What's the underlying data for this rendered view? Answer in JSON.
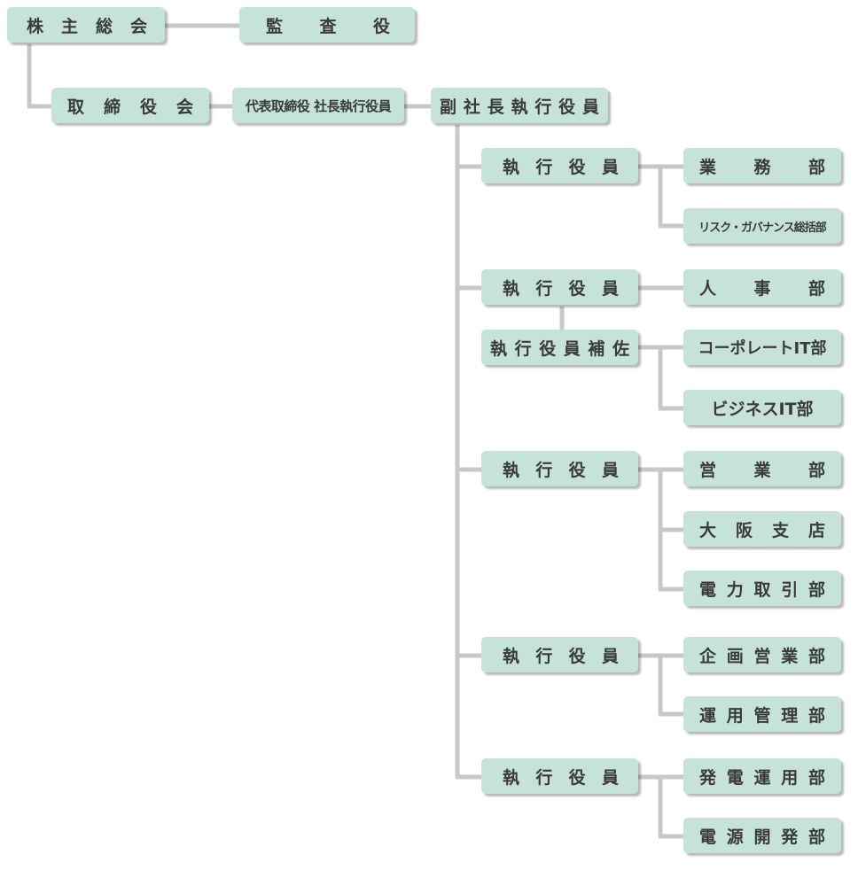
{
  "org": {
    "shareholders_meeting": "株主総会",
    "auditor": "監査役",
    "board": "取締役会",
    "ceo": "代表取締役 社長執行役員",
    "vp": "副社長執行役員",
    "officer_1": "執行役員",
    "dept_business": "業務部",
    "dept_risk": "リスク・ガバナンス総括部",
    "officer_2": "執行役員",
    "dept_hr": "人事部",
    "officer_assistant": "執行役員補佐",
    "dept_corp_it": "コーポレートIT部",
    "dept_biz_it": "ビジネスIT部",
    "officer_3": "執行役員",
    "dept_sales": "営業部",
    "branch_osaka": "大阪支店",
    "dept_power_trade": "電力取引部",
    "officer_4": "執行役員",
    "dept_plan_sales": "企画営業部",
    "dept_operations": "運用管理部",
    "officer_5": "執行役員",
    "dept_generation": "発電運用部",
    "dept_power_dev": "電源開発部"
  },
  "colors": {
    "box_fill": "#c5e3d9",
    "connector": "#c8c8c8",
    "text": "#3a3a3a"
  }
}
